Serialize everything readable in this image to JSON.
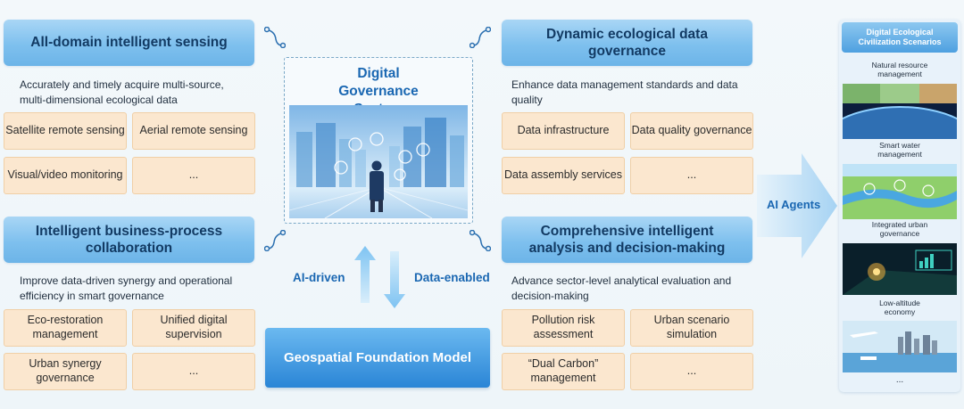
{
  "sensing": {
    "title": "All-domain intelligent sensing",
    "desc": "Accurately and timely acquire multi-source, multi-dimensional ecological data",
    "chips": [
      "Satellite remote sensing",
      "Aerial remote sensing",
      "Visual/video monitoring",
      "..."
    ]
  },
  "collaboration": {
    "title": "Intelligent business-process collaboration",
    "desc": "Improve data-driven synergy and operational efficiency in smart governance",
    "chips": [
      "Eco-restoration management",
      "Unified digital supervision",
      "Urban synergy governance",
      "..."
    ]
  },
  "data_gov": {
    "title": "Dynamic ecological data governance",
    "desc": "Enhance data management standards and data quality",
    "chips": [
      "Data infrastructure",
      "Data quality governance",
      "Data assembly services",
      "..."
    ]
  },
  "analysis": {
    "title": "Comprehensive intelligent analysis and decision-making",
    "desc": "Advance sector-level analytical evaluation and decision-making",
    "chips": [
      "Pollution risk assessment",
      "Urban scenario simulation",
      "“Dual Carbon” management",
      "..."
    ]
  },
  "center": {
    "title": "Digital Governance System",
    "left_arrow_label": "AI-driven",
    "right_arrow_label": "Data-enabled",
    "foundation": "Geospatial Foundation Model"
  },
  "agents_label": "AI Agents",
  "scenarios": {
    "title": "Digital Ecological Civilization Scenarios",
    "items": [
      "Natural resource management",
      "Smart water management",
      "Integrated urban governance",
      "Low-altitude economy"
    ],
    "more": "..."
  },
  "colors": {
    "accent": "#1a67b2",
    "header_bar": "#7ec0ee",
    "chip_fill": "#fbe7cf",
    "foundation": "#2a85d6"
  }
}
